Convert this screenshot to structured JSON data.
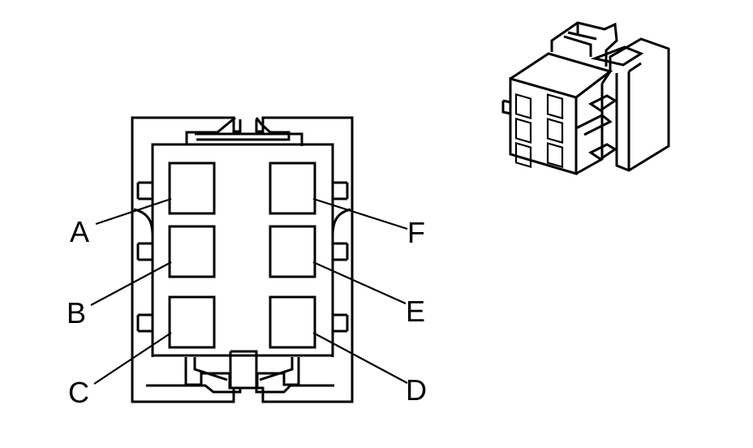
{
  "pins": [
    {
      "id": "A",
      "label": "A"
    },
    {
      "id": "B",
      "label": "B"
    },
    {
      "id": "C",
      "label": "C"
    },
    {
      "id": "D",
      "label": "D"
    },
    {
      "id": "E",
      "label": "E"
    },
    {
      "id": "F",
      "label": "F"
    }
  ],
  "colors": {
    "line": "#000000",
    "background": "#ffffff"
  }
}
